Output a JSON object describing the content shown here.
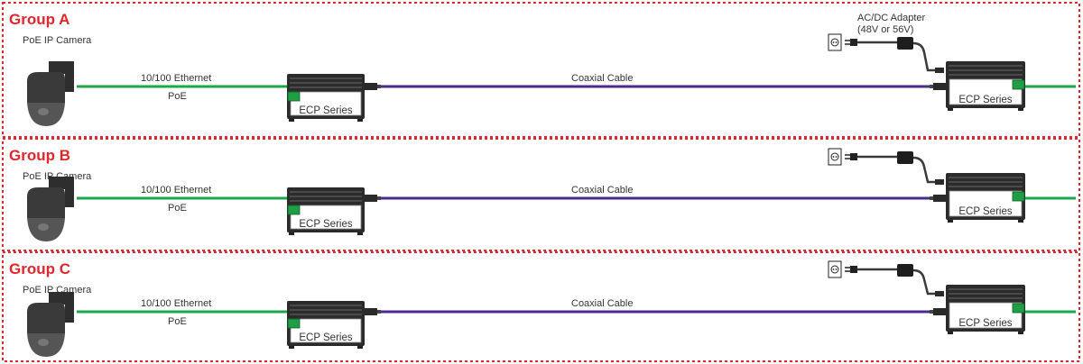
{
  "colors": {
    "border": "#e0252d",
    "title": "#e0252d",
    "ethernet": "#1aa84a",
    "coax": "#4b2a8c",
    "adapter_cable": "#3a3a3a",
    "device_body": "#2b2b2b",
    "port": "#1f9e44"
  },
  "icons": [
    "dome-camera-icon",
    "wall-outlet-icon",
    "power-plug-icon",
    "ecp-device-icon",
    "bnc-connector-icon"
  ],
  "adapter_label": {
    "line1": "AC/DC Adapter",
    "line2": "(48V or 56V)"
  },
  "groups": [
    {
      "title": "Group A",
      "camera_label": "PoE IP Camera",
      "ethernet_label": "10/100 Ethernet",
      "poe_label": "PoE",
      "coax_label": "Coaxial Cable",
      "local_device_label": "ECP Series",
      "remote_device_label": "ECP Series"
    },
    {
      "title": "Group B",
      "camera_label": "PoE IP Camera",
      "ethernet_label": "10/100 Ethernet",
      "poe_label": "PoE",
      "coax_label": "Coaxial Cable",
      "local_device_label": "ECP Series",
      "remote_device_label": "ECP Series"
    },
    {
      "title": "Group C",
      "camera_label": "PoE IP Camera",
      "ethernet_label": "10/100 Ethernet",
      "poe_label": "PoE",
      "coax_label": "Coaxial Cable",
      "local_device_label": "ECP Series",
      "remote_device_label": "ECP Series"
    }
  ]
}
